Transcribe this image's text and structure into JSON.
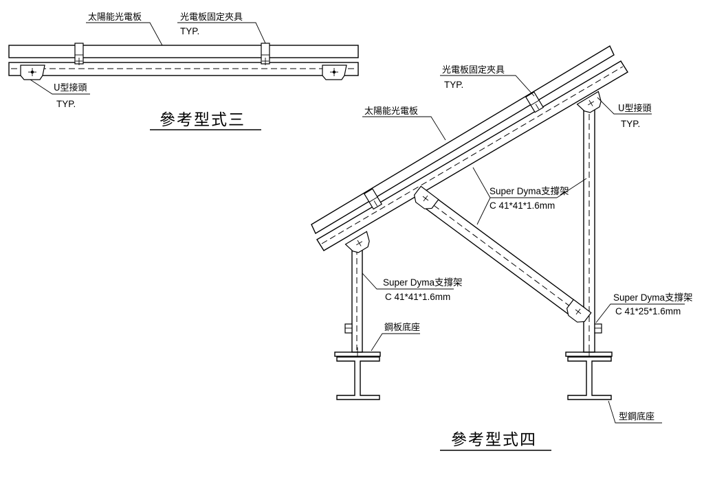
{
  "view3": {
    "title": "參考型式三",
    "panel_label": "太陽能光電板",
    "clamp_label": "光電板固定夾具",
    "clamp_typ": "TYP.",
    "ujoint_label": "U型接頭",
    "ujoint_typ": "TYP."
  },
  "view4": {
    "title": "參考型式四",
    "clamp_label": "光電板固定夾具",
    "clamp_typ": "TYP.",
    "panel_label": "太陽能光電板",
    "ujoint_label": "U型接頭",
    "ujoint_typ": "TYP.",
    "brace_label": "Super Dyma支撐架",
    "brace_size": "C 41*41*1.6mm",
    "front_post_label": "Super Dyma支撐架",
    "front_post_size": "C 41*41*1.6mm",
    "rear_post_label": "Super Dyma支撐架",
    "rear_post_size": "C 41*25*1.6mm",
    "plate_base_label": "鋼板底座",
    "steel_base_label": "型鋼底座"
  }
}
